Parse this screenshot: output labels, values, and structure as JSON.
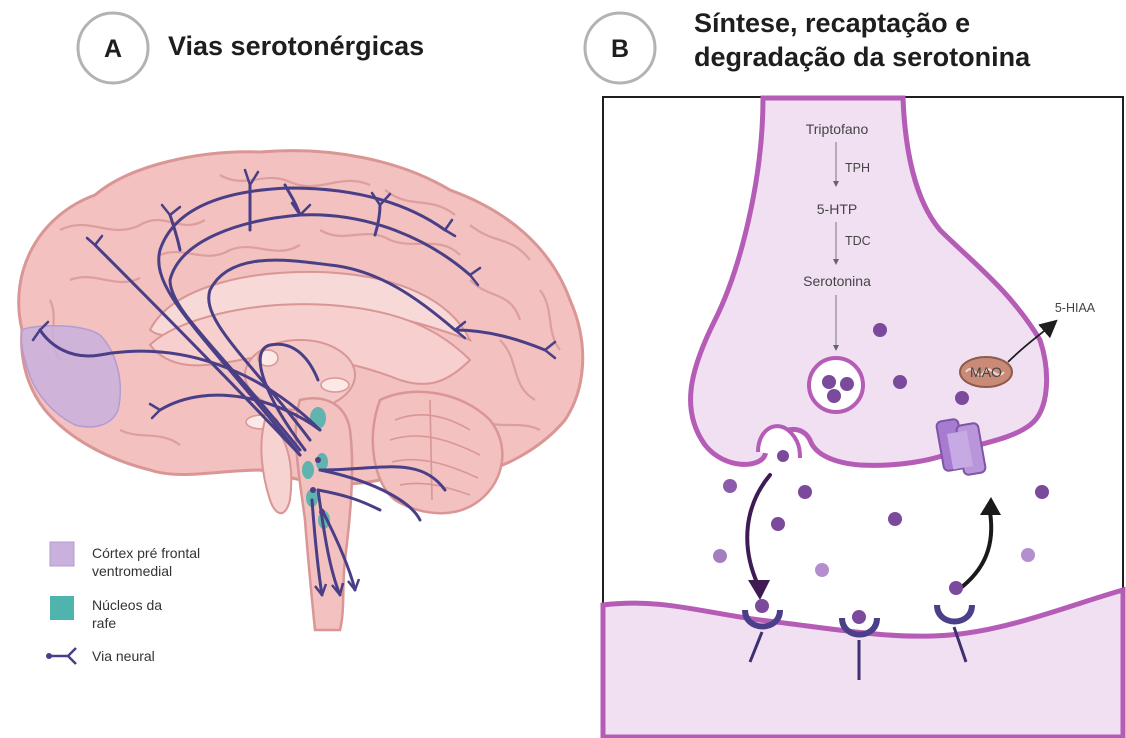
{
  "panel_a": {
    "badge": "A",
    "title": "Vias serotonérgicas",
    "legend": [
      {
        "label_lines": [
          "Córtex pré frontal",
          "ventromedial"
        ],
        "color": "#c9b0dd"
      },
      {
        "label_lines": [
          "Núcleos da",
          "rafe"
        ],
        "color": "#4fb3ae"
      },
      {
        "label_lines": [
          "Via neural"
        ],
        "color": "#4a3f86"
      }
    ]
  },
  "panel_b": {
    "badge": "B",
    "title_lines": [
      "Síntese, recaptação e",
      "degradação da serotonina"
    ],
    "pathway": {
      "substrate": "Triptofano",
      "enzyme_1": "TPH",
      "intermediate": "5-HTP",
      "enzyme_2": "TDC",
      "product": "Serotonina"
    },
    "degradation": {
      "enzyme": "MAO",
      "metabolite": "5-HIAA"
    }
  },
  "colors": {
    "neuron_fill": "#f1e0f2",
    "neuron_outline": "#b55cb6",
    "serotonin": "#7b4a9c",
    "pathway_line": "#4a3f86",
    "brain_fill": "#f2c1c0",
    "brain_outline": "#d99695",
    "prefrontal": "#c9b0dd",
    "raphe": "#4fb3ae",
    "receptor": "#4b3f8a",
    "mao": "#c98a78",
    "transporter": "#a77bd0"
  }
}
